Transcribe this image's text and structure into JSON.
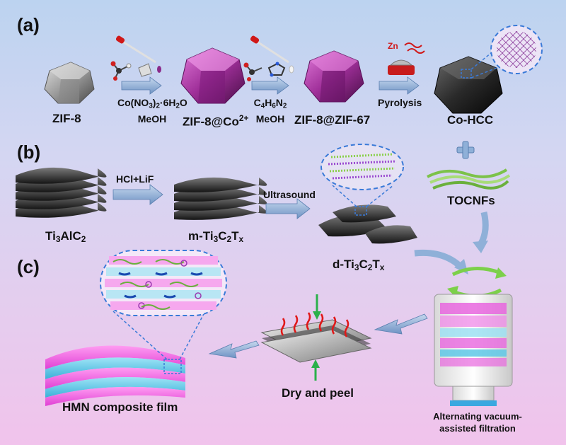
{
  "panels": {
    "a": "(a)",
    "b": "(b)",
    "c": "(c)"
  },
  "panel_a": {
    "zif8": "ZIF-8",
    "zif8_co": {
      "base": "ZIF-8@Co",
      "sup": "2+"
    },
    "zif8_zif67": "ZIF-8@ZIF-67",
    "co_hcc": "Co-HCC",
    "step1": {
      "line1_a": "Co(NO",
      "line1_sub1": "3",
      "line1_b": ")",
      "line1_sub2": "2",
      "line1_c": "·6H",
      "line1_sub3": "2",
      "line1_d": "O",
      "line2": "MeOH"
    },
    "step2": {
      "c": "C",
      "c_sub": "4",
      "h": "H",
      "h_sub": "6",
      "n": "N",
      "n_sub": "2",
      "line2": "MeOH"
    },
    "step3": "Pyrolysis",
    "zn_label": "Zn"
  },
  "panel_b": {
    "ti3alc2": {
      "ti": "Ti",
      "ti_sub": "3",
      "al": "AlC",
      "c_sub": "2"
    },
    "etch": "HCl+LiF",
    "m_ti3c2tx": {
      "pre": "m-Ti",
      "s1": "3",
      "c": "C",
      "s2": "2",
      "t": "T",
      "s3": "x"
    },
    "ultrasound": "Ultrasound",
    "d_ti3c2tx": {
      "pre": "d-Ti",
      "s1": "3",
      "c": "C",
      "s2": "2",
      "t": "T",
      "s3": "x"
    },
    "tocnfs": "TOCNFs"
  },
  "panel_c": {
    "hmn_film": "HMN composite film",
    "dry_peel": "Dry and peel",
    "filtration_line1": "Alternating vacuum-",
    "filtration_line2": "assisted filtration"
  },
  "colors": {
    "zif67_purple": "#8e2c8c",
    "zif8_gray": "#8a8a8a",
    "mxene_dark": "#2a2a2a",
    "tocnf_green": "#7cc24a",
    "arrow_blue": "#8fb0d8",
    "pink_layer": "#e05ad8",
    "cyan_layer": "#5ec8e6"
  }
}
